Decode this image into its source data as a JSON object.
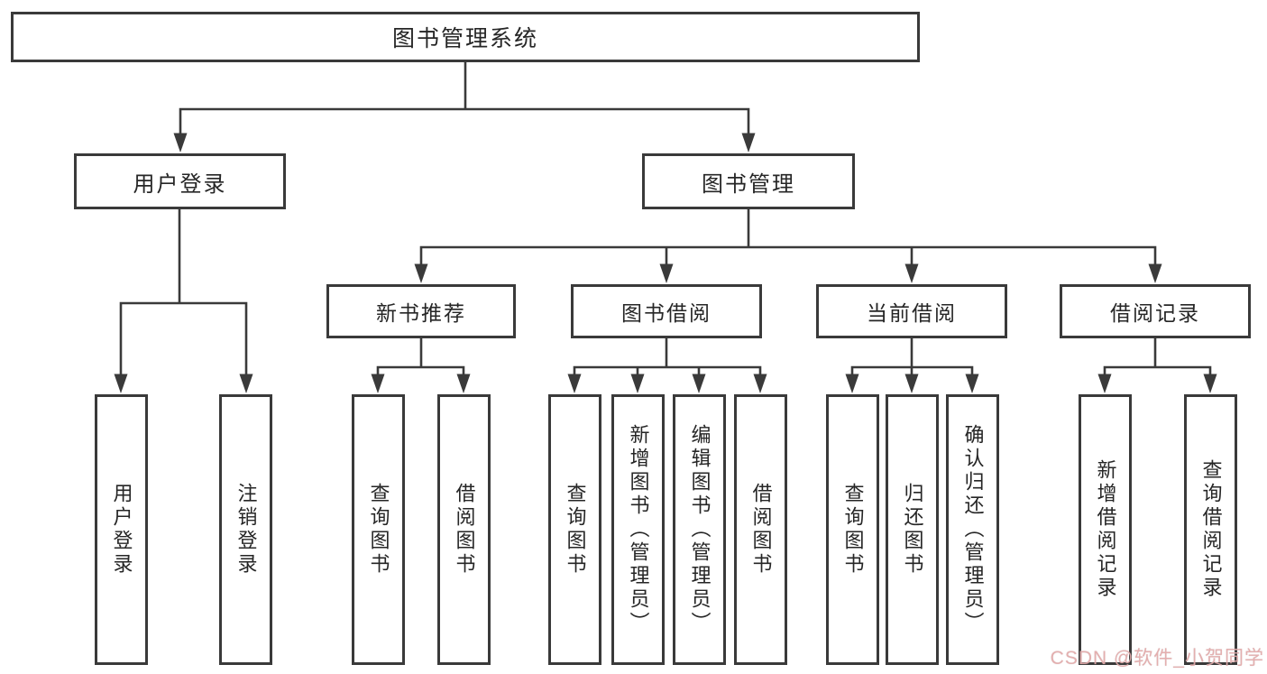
{
  "diagram": {
    "title": "图书管理系统",
    "tree": {
      "root": {
        "label": "图书管理系统"
      },
      "login": {
        "label": "用户登录",
        "children": [
          {
            "label": "用户登录"
          },
          {
            "label": "注销登录"
          }
        ]
      },
      "management": {
        "label": "图书管理",
        "groups": [
          {
            "label": "新书推荐",
            "children": [
              {
                "label": "查询图书"
              },
              {
                "label": "借阅图书"
              }
            ]
          },
          {
            "label": "图书借阅",
            "children": [
              {
                "label": "查询图书"
              },
              {
                "label": "新增图书（管理员）"
              },
              {
                "label": "编辑图书（管理员）"
              },
              {
                "label": "借阅图书"
              }
            ]
          },
          {
            "label": "当前借阅",
            "children": [
              {
                "label": "查询图书"
              },
              {
                "label": "归还图书"
              },
              {
                "label": "确认归还（管理员）"
              }
            ]
          },
          {
            "label": "借阅记录",
            "children": [
              {
                "label": "新增借阅记录"
              },
              {
                "label": "查询借阅记录"
              }
            ]
          }
        ]
      }
    },
    "watermark": "CSDN @软件_小贺同学",
    "colors": {
      "line": "#3a3a3a",
      "box_border": "#3a3a3a",
      "text": "#262626",
      "watermark": "#e2a9a9",
      "background": "#ffffff"
    }
  }
}
